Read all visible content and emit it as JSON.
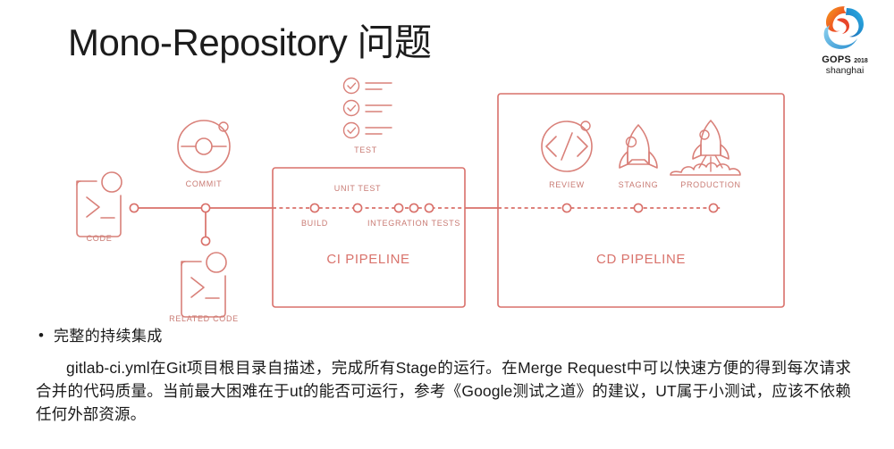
{
  "slide": {
    "title": "Mono-Repository 问题",
    "accent_color": "#d9706a",
    "label_color": "#c97b74",
    "background": "#ffffff"
  },
  "logo": {
    "name": "gops-shanghai-logo",
    "brand": "GOPS",
    "year": "2018",
    "city": "shanghai",
    "colors": [
      "#e8452a",
      "#f5a623",
      "#2aa7df",
      "#1b6fb8",
      "#7fc5e8"
    ]
  },
  "diagram": {
    "name": "ci-cd-pipeline-diagram",
    "nodes": {
      "code": "CODE",
      "related_code": "RELATED CODE",
      "commit": "COMMIT",
      "test": "TEST",
      "build": "BUILD",
      "unit_test": "UNIT TEST",
      "integration_tests": "INTEGRATION TESTS",
      "review": "REVIEW",
      "staging": "STAGING",
      "production": "PRODUCTION"
    },
    "groups": {
      "ci": "CI PIPELINE",
      "cd": "CD PIPELINE"
    }
  },
  "content": {
    "bullet_marker": "•",
    "bullet": "完整的持续集成",
    "paragraph": "gitlab-ci.yml在Git项目根目录自描述，完成所有Stage的运行。在Merge Request中可以快速方便的得到每次请求合并的代码质量。当前最大困难在于ut的能否可运行，参考《Google测试之道》的建议，UT属于小测试，应该不依赖任何外部资源。"
  }
}
